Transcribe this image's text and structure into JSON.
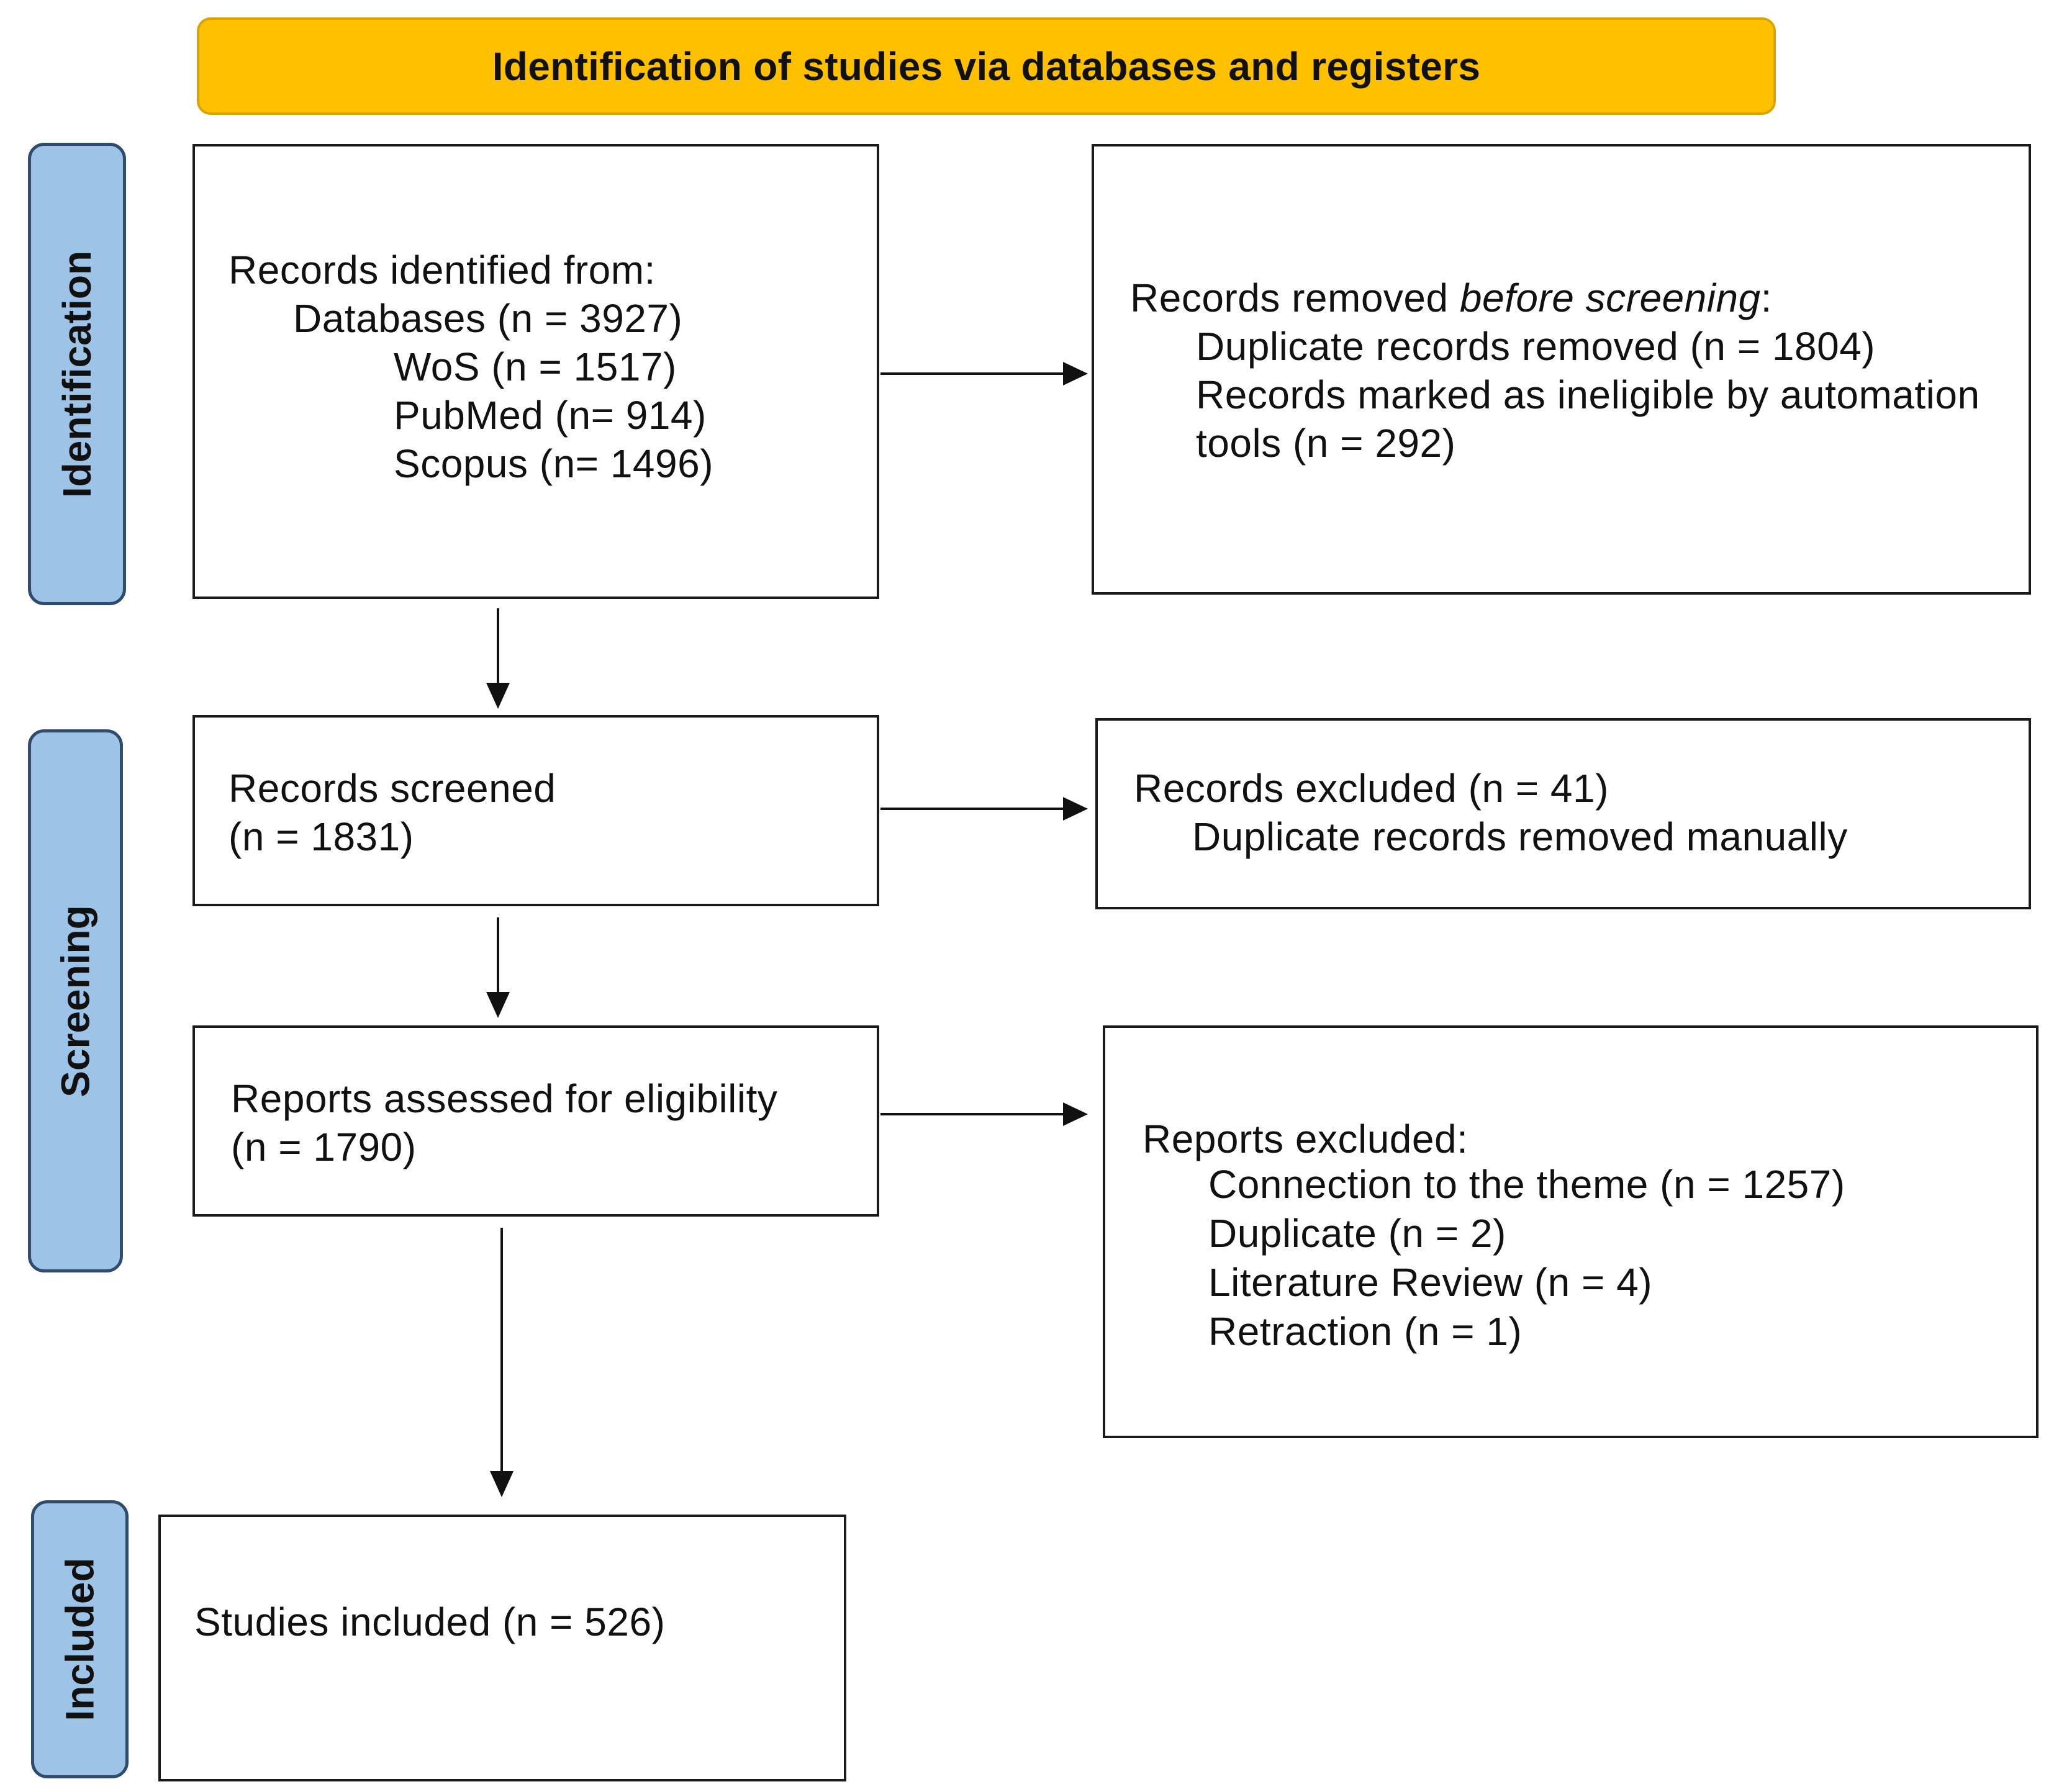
{
  "colors": {
    "header_fill": "#ffc000",
    "phase_fill": "#9dc3e6",
    "border": "#1a1a1a"
  },
  "header": {
    "title": "Identification of studies via databases and registers"
  },
  "phases": {
    "identification": "Identification",
    "screening": "Screening",
    "included": "Included"
  },
  "identified": {
    "heading": "Records identified from:",
    "databases": "Databases (n = 3927)",
    "wos": "WoS (n = 1517)",
    "pubmed": "PubMed (n= 914)",
    "scopus": "Scopus (n= 1496)"
  },
  "removed": {
    "heading_prefix": "Records removed ",
    "heading_italic": "before screening",
    "heading_suffix": ":",
    "duplicates": "Duplicate records removed (n = 1804)",
    "automation_line1": "Records marked as ineligible by automation",
    "automation_line2": "tools (n = 292)"
  },
  "screened": {
    "line1": "Records screened",
    "line2": "(n = 1831)"
  },
  "excluded_records": {
    "line1": "Records excluded (n = 41)",
    "line2": "Duplicate records removed manually"
  },
  "assessed": {
    "line1": "Reports assessed for eligibility",
    "line2": "(n = 1790)"
  },
  "excluded_reports": {
    "heading": "Reports excluded:",
    "reasons": [
      "Connection to the theme (n = 1257)",
      "Duplicate (n = 2)",
      "Literature Review (n = 4)",
      "Retraction (n = 1)"
    ]
  },
  "included": {
    "line1": "Studies included (n = 526)"
  }
}
